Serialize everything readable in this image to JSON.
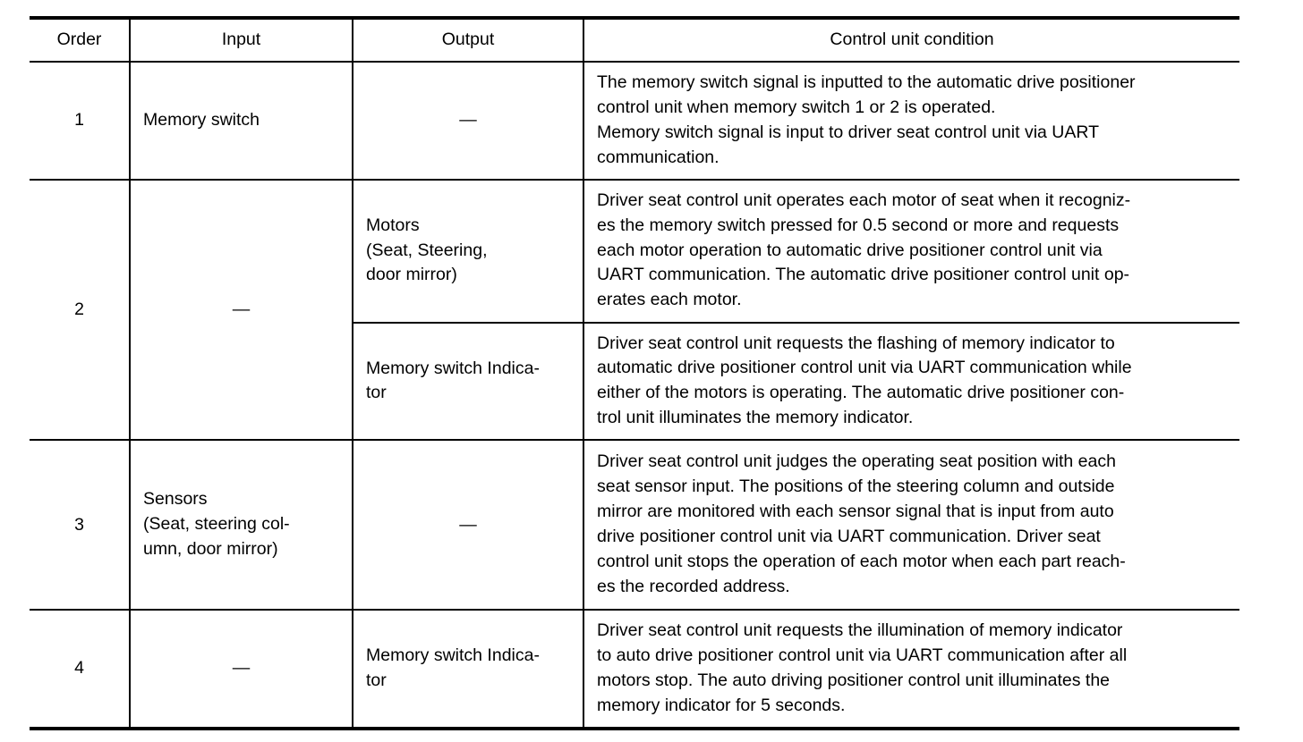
{
  "table": {
    "name": "memory-seat-operation-sequence-table",
    "columns": [
      {
        "key": "order",
        "label": "Order"
      },
      {
        "key": "input",
        "label": "Input"
      },
      {
        "key": "output",
        "label": "Output"
      },
      {
        "key": "cond",
        "label": "Control unit condition"
      }
    ],
    "dash": "—",
    "rows": [
      {
        "order": "1",
        "input": "Memory switch",
        "output": "—",
        "condition": "The memory switch signal is inputted to the automatic drive positioner\ncontrol unit when memory switch 1 or 2 is operated.\nMemory switch signal is input to driver seat control unit via UART\ncommunication."
      },
      {
        "order": "2",
        "input": "—",
        "output": "Motors\n(Seat, Steering,\ndoor mirror)",
        "condition": "Driver seat control unit operates each motor of seat when it recogniz-\nes the memory switch pressed for 0.5 second or more and requests\neach motor operation to automatic drive positioner control unit via\nUART communication. The automatic drive positioner control unit op-\nerates each motor."
      },
      {
        "order": "",
        "input": "",
        "output": "Memory switch Indica-\ntor",
        "condition": "Driver seat control unit requests the flashing of memory indicator to\nautomatic drive positioner control unit via UART communication while\neither of the motors is operating. The automatic drive positioner con-\ntrol unit illuminates the memory indicator."
      },
      {
        "order": "3",
        "input": "Sensors\n(Seat, steering col-\numn, door mirror)",
        "output": "—",
        "condition": "Driver seat control unit judges the operating seat position with each\nseat sensor input. The positions of the steering column and outside\nmirror are monitored with each sensor signal that is input from auto\ndrive positioner control unit via UART communication. Driver seat\ncontrol unit stops the operation of each motor when each part reach-\nes the recorded address."
      },
      {
        "order": "4",
        "input": "—",
        "output": "Memory switch Indica-\ntor",
        "condition": "Driver seat control unit requests the illumination of memory indicator\nto auto drive positioner control unit via UART communication after all\nmotors stop. The auto driving positioner control unit illuminates the\nmemory indicator for 5 seconds."
      }
    ]
  }
}
